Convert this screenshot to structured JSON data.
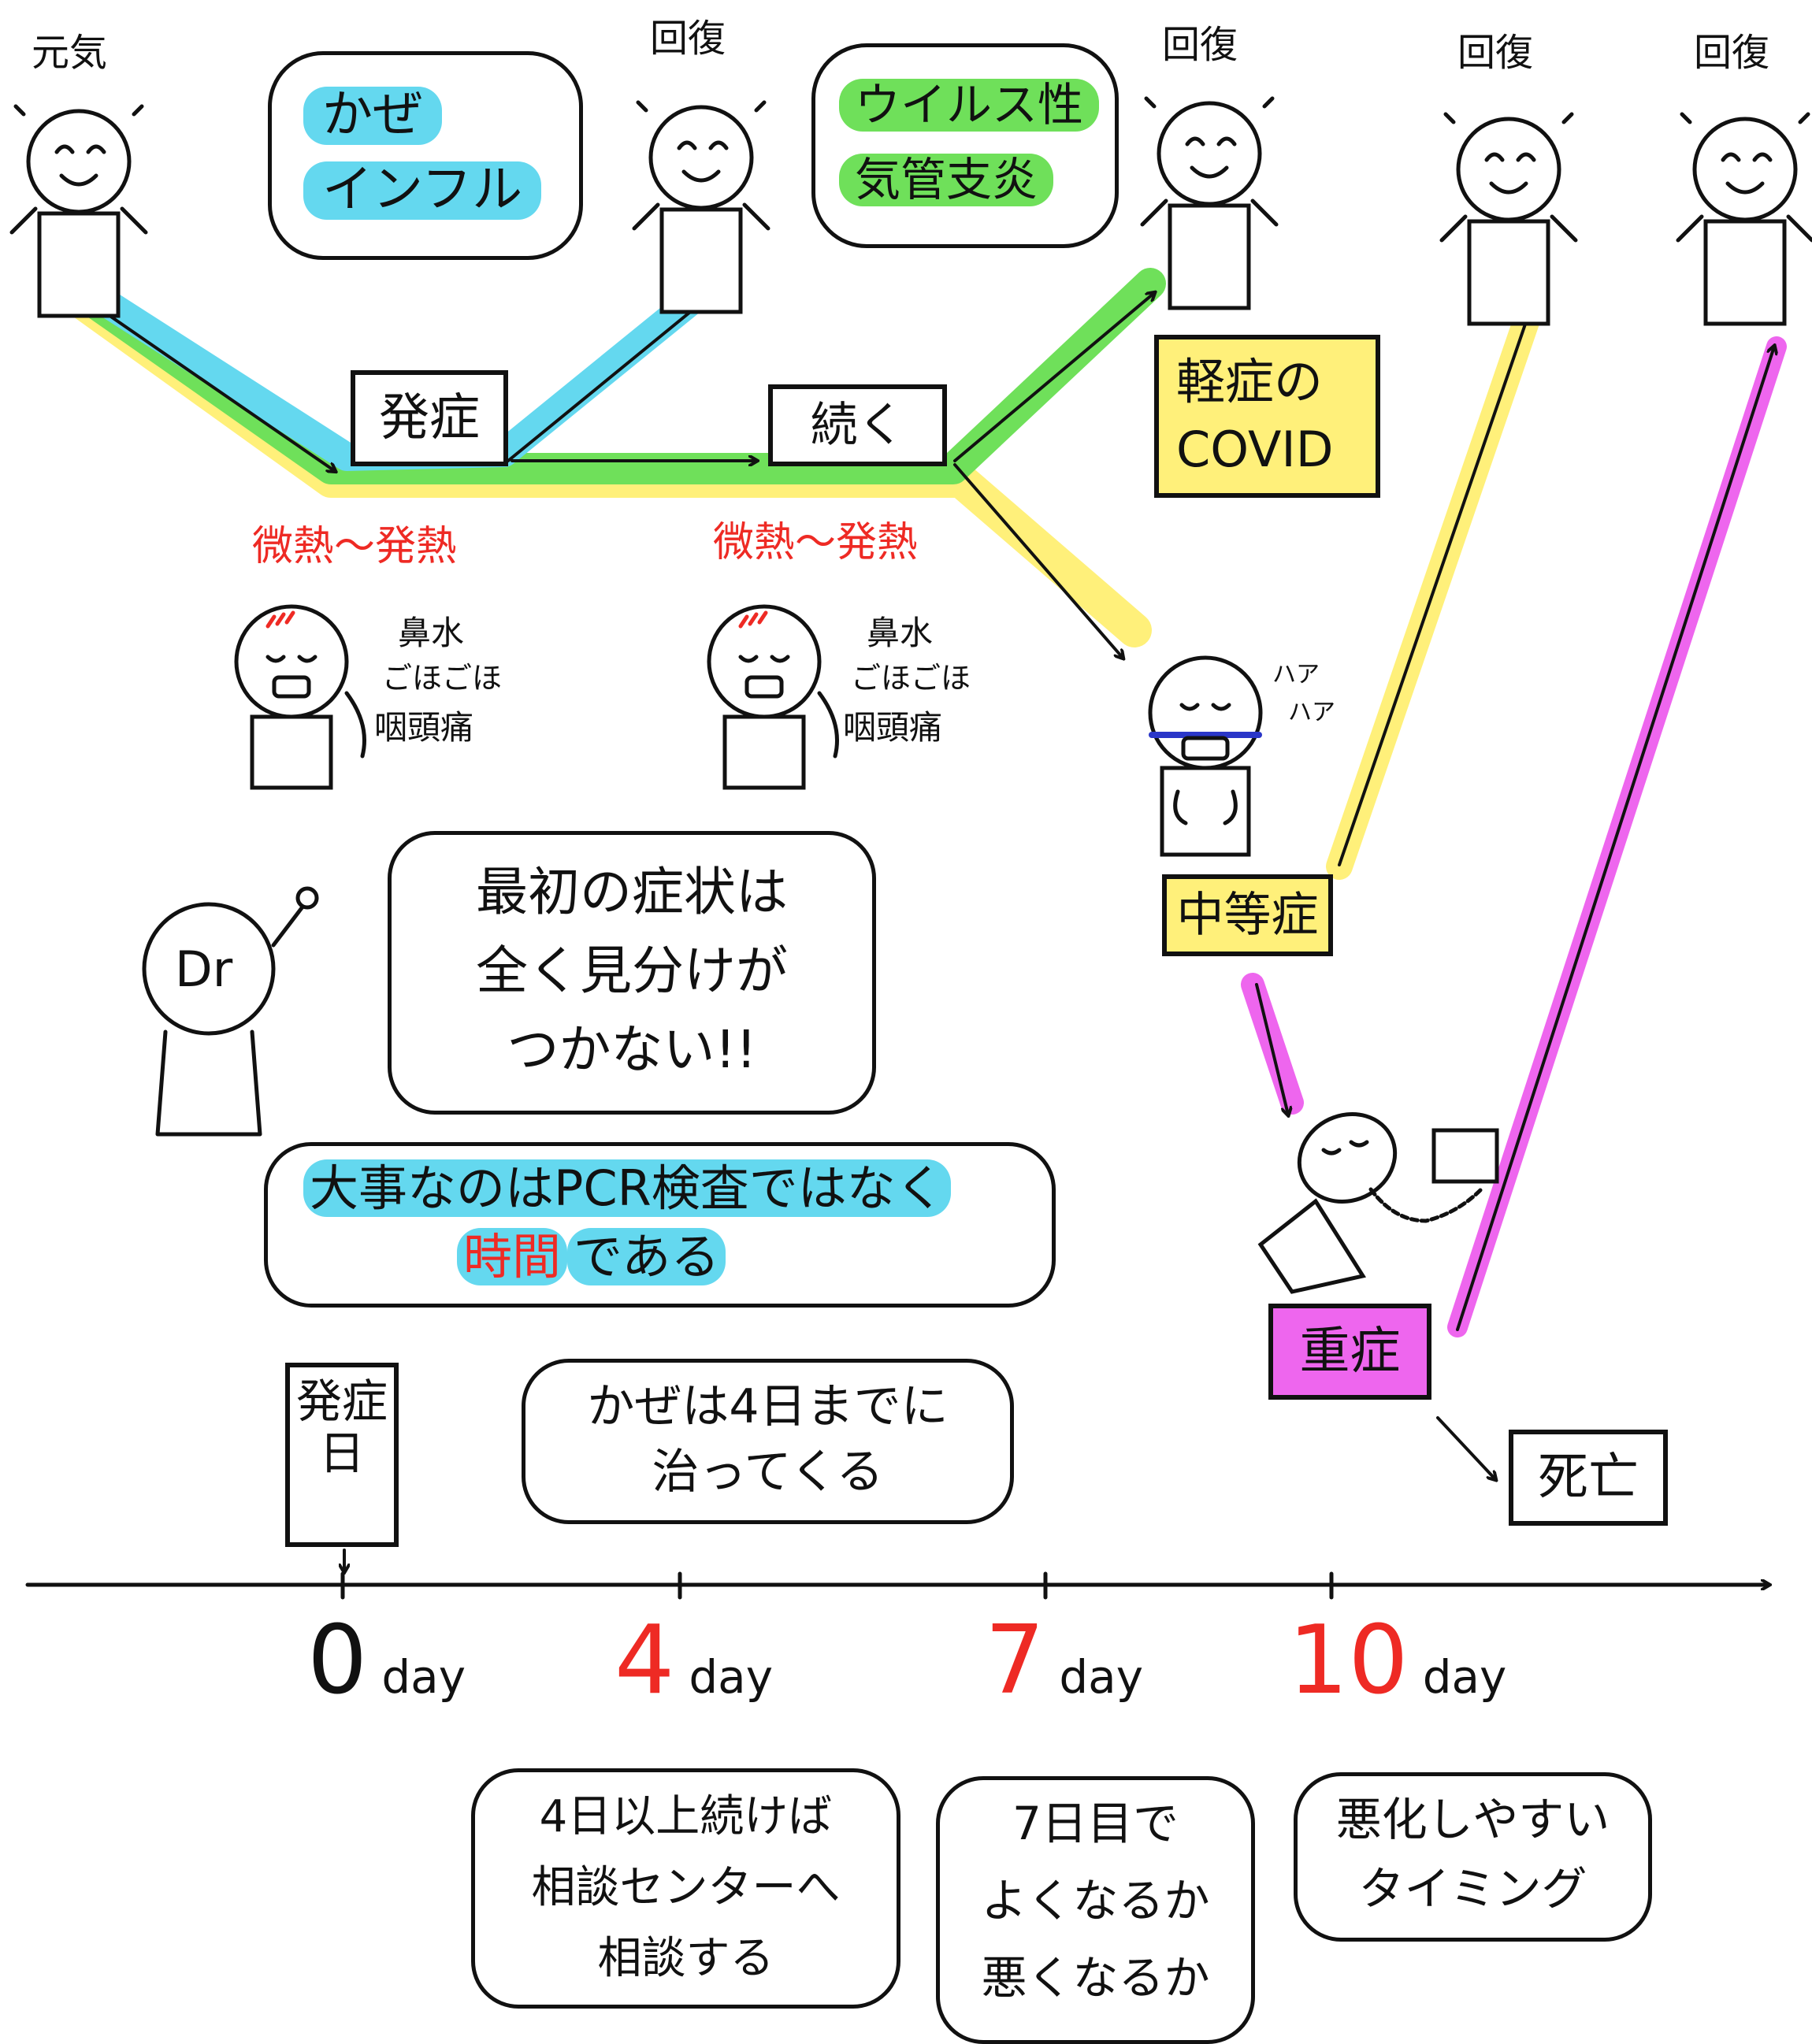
{
  "stage_labels": {
    "healthy": "元気",
    "recovery_1": "回復",
    "recovery_2": "回復",
    "recovery_3": "回復",
    "recovery_4": "回復"
  },
  "clouds": {
    "cold_flu": [
      "かぜ",
      "インフル"
    ],
    "viral_bronchitis": [
      "ウイルス性",
      "気管支炎"
    ]
  },
  "boxes": {
    "onset": "発症",
    "continues": "続く",
    "mild_covid": [
      "軽症の",
      "COVID"
    ],
    "moderate": "中等症",
    "severe": "重症",
    "death": "死亡",
    "onset_day": "発症日"
  },
  "fever_label_1": "微熱～発熱",
  "fever_label_2": "微熱～発熱",
  "symptoms_1": [
    "鼻水",
    "ごほごほ",
    "咽頭痛"
  ],
  "symptoms_2": [
    "鼻水",
    "ごほごほ",
    "咽頭痛"
  ],
  "breath_sound": [
    "ハア",
    "ハア"
  ],
  "doctor": {
    "label": "Dr",
    "speech": [
      "最初の症状は",
      "全く見分けが",
      "つかない!!"
    ]
  },
  "key_message": {
    "line1": "大事なのはPCR検査ではなく",
    "line2_red": "時間",
    "line2_rest": "である"
  },
  "cold_note": [
    "かぜは4日までに",
    "治ってくる"
  ],
  "timeline": {
    "ticks": [
      {
        "num": "0",
        "unit": "day",
        "color": "#111111"
      },
      {
        "num": "4",
        "unit": "day",
        "color": "#ee2a24"
      },
      {
        "num": "7",
        "unit": "day",
        "color": "#ee2a24"
      },
      {
        "num": "10",
        "unit": "day",
        "color": "#ee2a24"
      }
    ]
  },
  "notes": {
    "day4": [
      "4日以上続けば",
      "相談センターへ",
      "相談する"
    ],
    "day7": [
      "7日目で",
      "よくなるか",
      "悪くなるか"
    ],
    "day10": [
      "悪化しやすい",
      "タイミング"
    ]
  },
  "colors": {
    "blue_path": "#64d8ef",
    "green_path": "#6fe05a",
    "yellow_path": "#fff07a",
    "magenta_path": "#ee66ee",
    "red_text": "#ee2a24",
    "mask_blue": "#2a36c8"
  }
}
